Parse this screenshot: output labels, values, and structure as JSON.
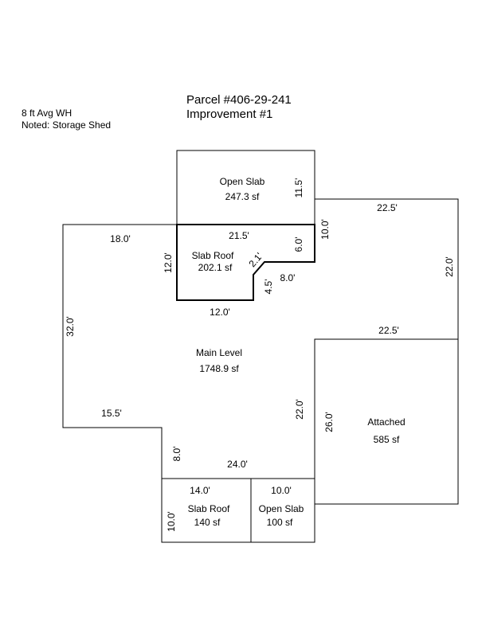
{
  "header": {
    "title_line1": "Parcel #406-29-241",
    "title_line2": "Improvement #1",
    "note_line1": "8 ft Avg WH",
    "note_line2": "Noted: Storage Shed"
  },
  "areas": {
    "open_slab_top": {
      "name": "Open Slab",
      "area": "247.3 sf"
    },
    "slab_roof_top": {
      "name": "Slab Roof",
      "area": "202.1 sf"
    },
    "main_level": {
      "name": "Main Level",
      "area": "1748.9 sf"
    },
    "attached": {
      "name": "Attached",
      "area": "585 sf"
    },
    "slab_roof_bottom": {
      "name": "Slab Roof",
      "area": "140 sf"
    },
    "open_slab_bottom": {
      "name": "Open Slab",
      "area": "100 sf"
    }
  },
  "dimensions": {
    "d_11_5": "11.5'",
    "d_10_0_top": "10.0'",
    "d_22_5_top": "22.5'",
    "d_18_0": "18.0'",
    "d_21_5": "21.5'",
    "d_6_0": "6.0'",
    "d_12_0_side": "12.0'",
    "d_2_1": "2.1'",
    "d_8_0_inner": "8.0'",
    "d_4_5": "4.5'",
    "d_12_0_bottom": "12.0'",
    "d_22_0_right": "22.0'",
    "d_32_0": "32.0'",
    "d_22_5_mid": "22.5'",
    "d_22_0_inner": "22.0'",
    "d_26_0": "26.0'",
    "d_15_5": "15.5'",
    "d_8_0_left": "8.0'",
    "d_24_0": "24.0'",
    "d_14_0": "14.0'",
    "d_10_0_bottom_right": "10.0'",
    "d_10_0_left": "10.0'"
  }
}
